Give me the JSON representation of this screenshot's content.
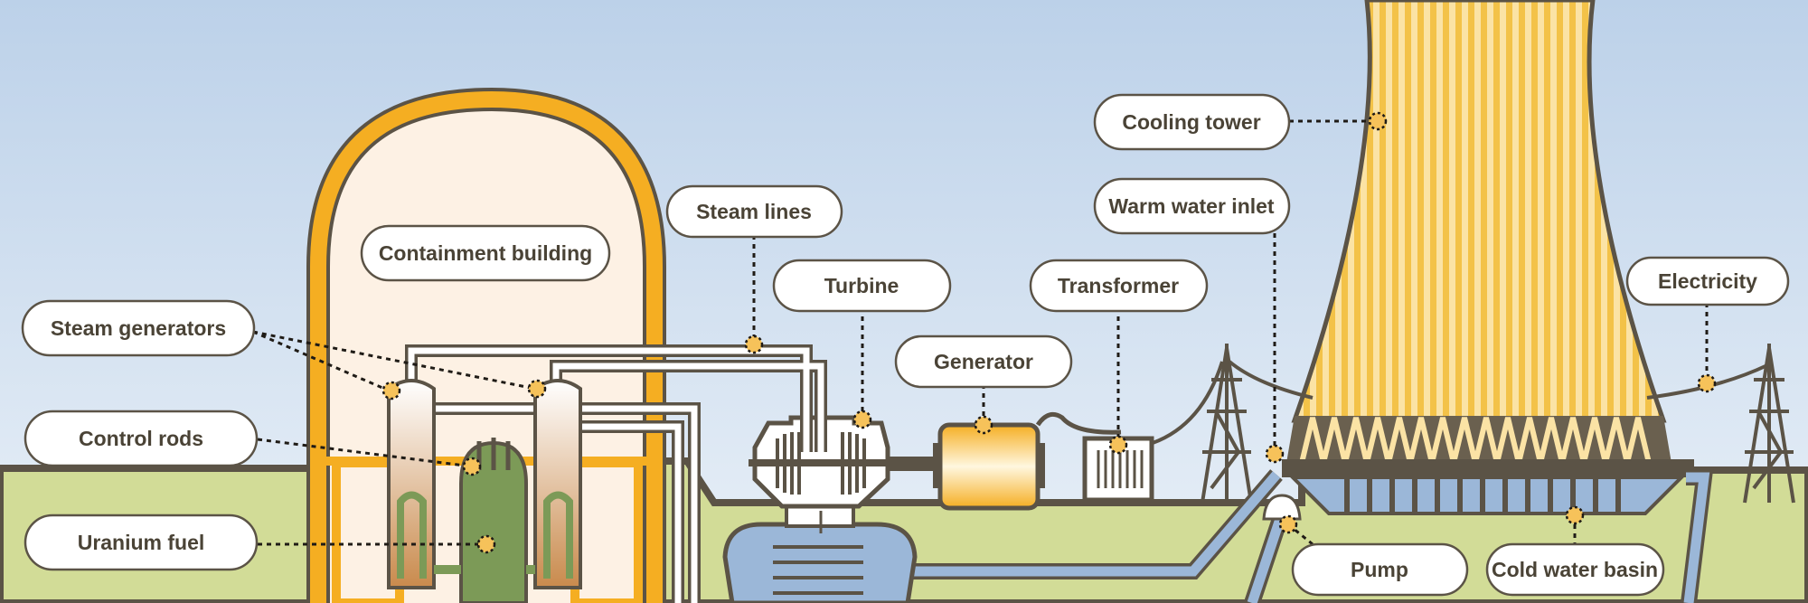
{
  "labels": {
    "containment_building": "Containment building",
    "steam_generators": "Steam generators",
    "control_rods": "Control rods",
    "uranium_fuel": "Uranium fuel",
    "steam_lines": "Steam lines",
    "turbine": "Turbine",
    "generator": "Generator",
    "transformer": "Transformer",
    "cooling_tower": "Cooling tower",
    "warm_water_inlet": "Warm water inlet",
    "electricity": "Electricity",
    "pump": "Pump",
    "cold_water_basin": "Cold water basin"
  },
  "colors": {
    "sky_top": "#bcd1e9",
    "sky_bottom": "#e8f0f8",
    "ground": "#d2dc97",
    "outline": "#5b5346",
    "containment_orange": "#f5ae22",
    "containment_fill": "#fdf1e4",
    "tower_stripe": "#f3c248",
    "reactor_green": "#7c9a57",
    "water_blue": "#9bb7d8",
    "label_text": "#4a4336"
  }
}
